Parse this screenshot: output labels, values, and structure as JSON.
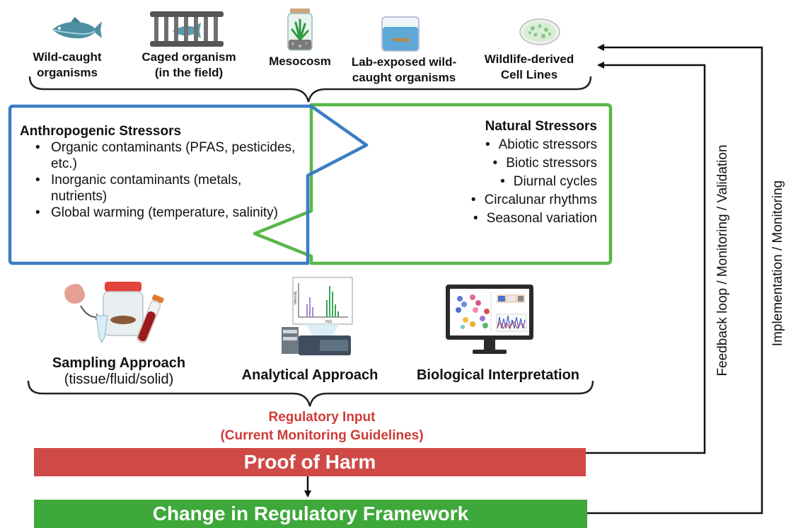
{
  "models": [
    {
      "line1": "Wild-caught",
      "line2": "organisms",
      "icon": "fish-icon"
    },
    {
      "line1": "Caged organism",
      "line2": "(in the field)",
      "icon": "cage-icon"
    },
    {
      "line1": "Mesocosm",
      "line2": "",
      "icon": "mesocosm-jar-icon"
    },
    {
      "line1": "Lab-exposed wild-",
      "line2": "caught organisms",
      "icon": "aquarium-tank-icon"
    },
    {
      "line1": "Wildlife-derived",
      "line2": "Cell Lines",
      "icon": "petri-dish-icon"
    }
  ],
  "anthropogenic": {
    "title": "Anthropogenic Stressors",
    "items": [
      "Organic contaminants (PFAS, pesticides, etc.)",
      "Inorganic contaminants (metals, nutrients)",
      "Global warming (temperature, salinity)"
    ]
  },
  "natural": {
    "title": "Natural Stressors",
    "items": [
      "Abiotic stressors",
      "Biotic stressors",
      "Diurnal cycles",
      "Circalunar rhythms",
      "Seasonal variation"
    ]
  },
  "approaches": {
    "sampling_title": "Sampling Approach",
    "sampling_sub": "(tissue/fluid/solid)",
    "analytical_title": "Analytical Approach",
    "biological_title": "Biological Interpretation",
    "ms_axis_x": "m/z",
    "ms_axis_y": "Intensity"
  },
  "regulatory_input": {
    "line1": "Regulatory Input",
    "line2": "(Current Monitoring Guidelines)"
  },
  "proof_of_harm": "Proof of Harm",
  "change_framework": "Change in Regulatory Framework",
  "feedback_label": "Feedback loop / Monitoring / Validation",
  "implementation_label": "Implementation / Monitoring",
  "colors": {
    "anthropogenic_border": "#3a7dc4",
    "natural_border": "#58b848",
    "proof_bar": "#cf4a47",
    "change_bar": "#3ea83a",
    "regulatory_text": "#cf3b39"
  }
}
